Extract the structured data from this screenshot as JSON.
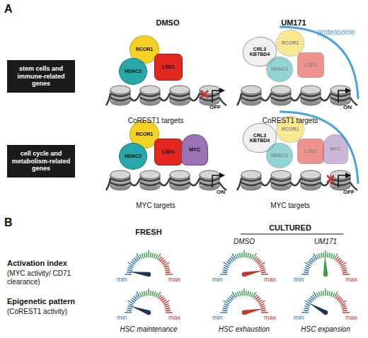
{
  "diagram": {
    "nodes": [
      {
        "text": [
          "stem cells and immune-related genes"
        ]
      },
      {
        "text": [
          "cell cycle and metabolism-related genes"
        ]
      },
      {
        "text": [
          "RCOR1"
        ]
      },
      {
        "text": [
          "HDAC2"
        ]
      },
      {
        "text": [
          "LSD1"
        ]
      },
      {
        "text": [
          "CRL3 KBTBD4"
        ]
      },
      {
        "text": [
          "RCOR1"
        ]
      },
      {
        "text": [
          "HDAC2"
        ]
      },
      {
        "text": [
          "LSD1"
        ]
      },
      {
        "text": [
          "RCOR1"
        ]
      },
      {
        "text": [
          "HDAC2"
        ]
      },
      {
        "text": [
          "LSD1"
        ]
      },
      {
        "text": [
          "MYC"
        ]
      },
      {
        "text": [
          "CRL3 KBTBD4"
        ]
      },
      {
        "text": [
          "RCOR1"
        ]
      },
      {
        "text": [
          "HDAC2"
        ]
      },
      {
        "text": [
          "LSD1"
        ]
      },
      {
        "text": [
          "MYC"
        ]
      },
      {
        "text": [
          "min",
          "max"
        ]
      },
      {
        "text": [
          "min",
          "max"
        ]
      },
      {
        "text": [
          "min",
          "max"
        ]
      },
      {
        "text": [
          "min",
          "max"
        ]
      },
      {
        "text": [
          "min",
          "max"
        ]
      },
      {
        "text": [
          "min",
          "max"
        ]
      }
    ],
    "labels": [
      "A",
      "DMSO",
      "UM171",
      "proteasome",
      "OFF",
      "CoREST1 targets",
      "ON",
      "CoREST1 targets",
      "ON",
      "MYC targets",
      "OFF",
      "MYC targets",
      "B",
      "FRESH",
      "CULTURED",
      "DMSO",
      "UM171",
      "Activation index",
      "(MYC activity/ CD71 clearance)",
      "Epigenetic pattern",
      "(CoREST1 activity)",
      "HSC maintenance",
      "HSC exhaustion",
      "HSC expansion"
    ]
  }
}
